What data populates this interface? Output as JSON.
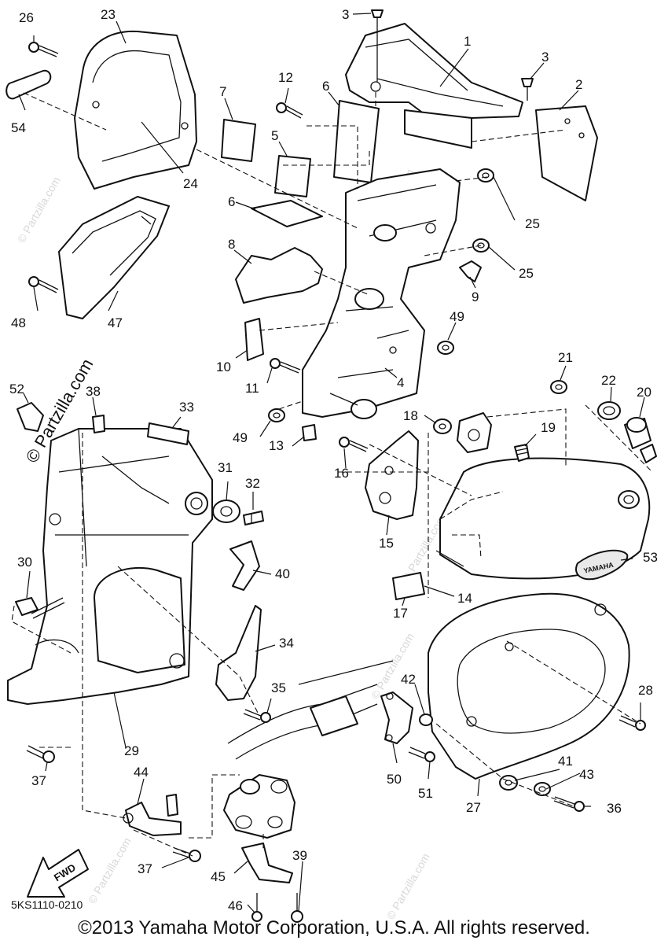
{
  "diagram": {
    "callouts": [
      "1",
      "2",
      "3",
      "3",
      "4",
      "5",
      "6",
      "6",
      "7",
      "8",
      "9",
      "10",
      "11",
      "12",
      "13",
      "14",
      "15",
      "16",
      "17",
      "18",
      "19",
      "20",
      "21",
      "22",
      "23",
      "24",
      "25",
      "25",
      "26",
      "27",
      "28",
      "29",
      "30",
      "31",
      "32",
      "33",
      "34",
      "35",
      "36",
      "37",
      "37",
      "38",
      "39",
      "40",
      "41",
      "42",
      "43",
      "44",
      "45",
      "46",
      "47",
      "48",
      "49",
      "49",
      "50",
      "51",
      "52",
      "53",
      "54"
    ],
    "badge_text": "YAMAHA",
    "fwd_label": "FWD",
    "diagram_code": "5KS1110-0210",
    "side_watermark": "© Partzilla.com",
    "watermark": "© Partzilla.com"
  },
  "footer": {
    "copyright": "©2013 Yamaha Motor Corporation, U.S.A. All rights reserved."
  }
}
